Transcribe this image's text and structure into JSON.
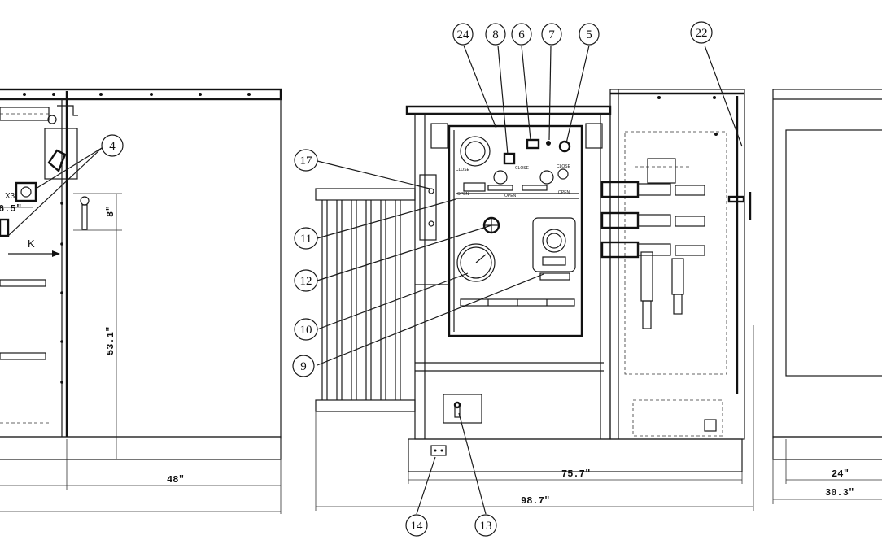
{
  "callouts": {
    "c24": "24",
    "c8": "8",
    "c6": "6",
    "c7": "7",
    "c5": "5",
    "c22": "22",
    "c4": "4",
    "c17": "17",
    "c11": "11",
    "c12": "12",
    "c10": "10",
    "c9": "9",
    "c14": "14",
    "c13": "13"
  },
  "dimensions": {
    "left_height": "53.1\"",
    "left_small": "8\"",
    "left_width": "48\"",
    "left_offset": "6.5\"",
    "center_inner": "75.7\"",
    "center_total": "98.7\"",
    "right_inner": "24\"",
    "right_total": "30.3\""
  },
  "labels": {
    "x3": "X3",
    "k": "K",
    "close1": "CLOSE",
    "close2": "CLOSE",
    "close3": "CLOSE",
    "open1": "OPEN",
    "open2": "OPEN",
    "open3": "OPEN"
  }
}
